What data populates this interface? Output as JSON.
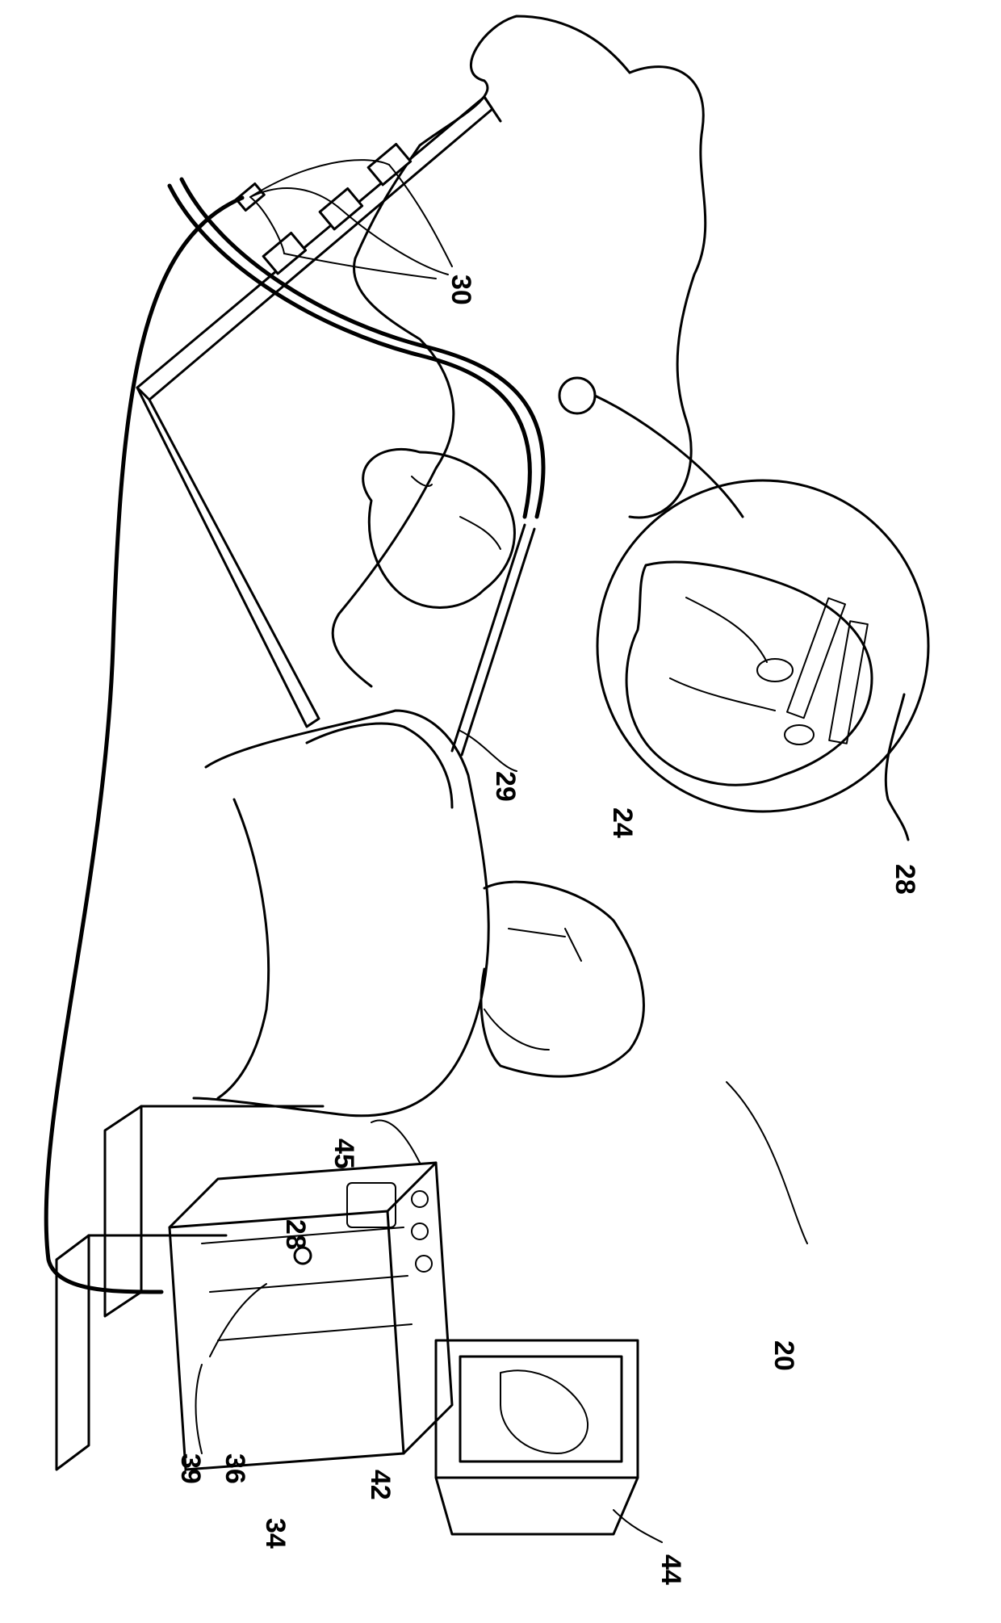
{
  "figure": {
    "labels": {
      "system": "20",
      "heart": "24",
      "catheter_inset": "28",
      "catheter_console": "28",
      "sheath": "29",
      "electrodes": "30",
      "console_system": "34",
      "module_36": "36",
      "module_39": "39",
      "console": "42",
      "monitor": "44",
      "console_display": "45"
    }
  }
}
